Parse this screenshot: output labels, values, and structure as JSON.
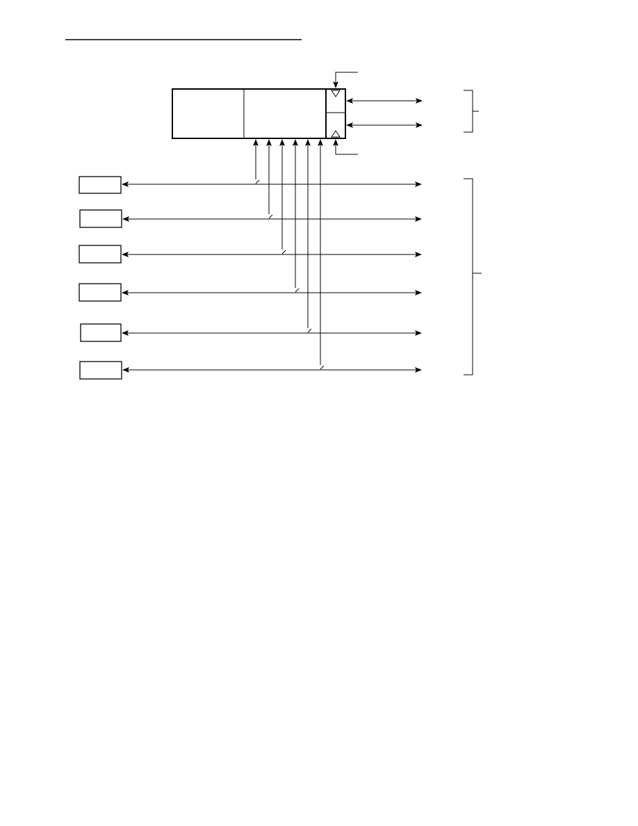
{
  "page": {
    "header_rule": true
  },
  "diagram": {
    "description_text": [],
    "colors": {
      "ink": "#000000",
      "paper": "#ffffff"
    },
    "main_block": {
      "sections": 3
    },
    "small_boxes_count": 6,
    "bus_lines_count": 6,
    "upper_lines_count": 2,
    "brackets_count": 2
  }
}
